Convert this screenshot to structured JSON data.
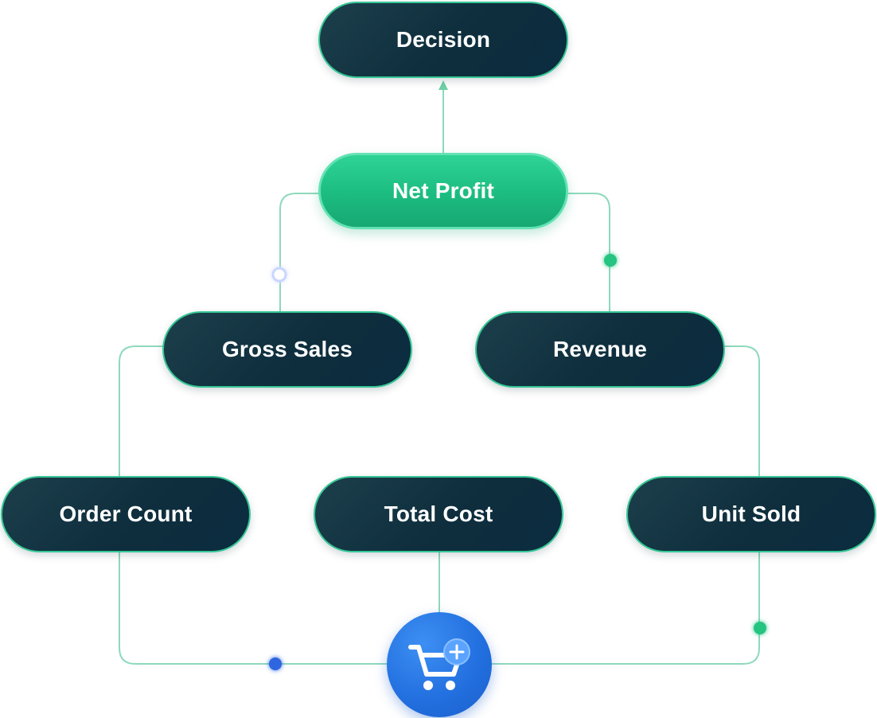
{
  "nodes": {
    "decision": "Decision",
    "net_profit": "Net Profit",
    "gross_sales": "Gross Sales",
    "revenue": "Revenue",
    "order_count": "Order Count",
    "total_cost": "Total Cost",
    "unit_sold": "Unit Sold"
  },
  "icons": {
    "cart": "shopping-cart-plus-icon"
  },
  "colors": {
    "dark_node": "#0f2f3e",
    "green_node": "#1cbc80",
    "connector": "#8ed9bc",
    "dot_green": "#27c481",
    "dot_blue": "#2f66e0",
    "cart_blue": "#2370e0"
  }
}
